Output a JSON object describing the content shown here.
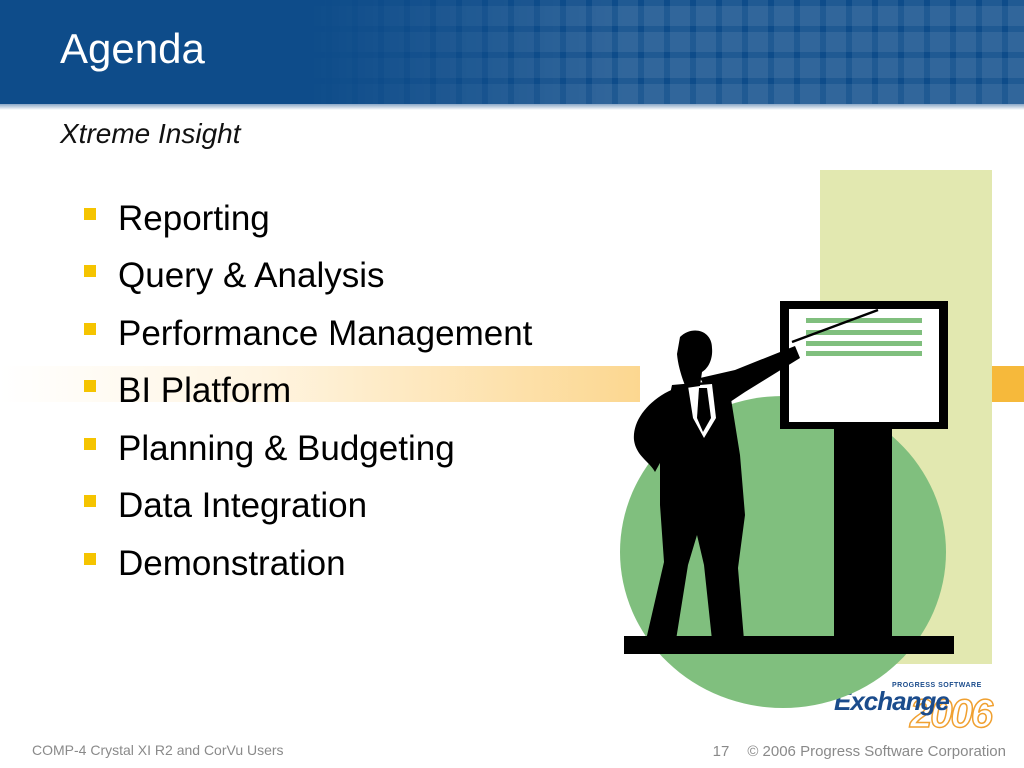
{
  "slide": {
    "title": "Agenda",
    "subtitle": "Xtreme Insight",
    "bullets": [
      "Reporting",
      "Query & Analysis",
      "Performance Management",
      "BI Platform",
      "Planning & Budgeting",
      "Data Integration",
      "Demonstration"
    ]
  },
  "footer": {
    "left_text": "COMP-4 Crystal XI R2 and CorVu Users",
    "page_number": "17",
    "copyright": "© 2006 Progress Software Corporation"
  },
  "logo": {
    "tagline": "PROGRESS SOFTWARE",
    "name": "Exchange",
    "year": "2006"
  },
  "colors": {
    "header_blue": "#0e4c8a",
    "bullet_yellow": "#f5c400",
    "band_orange": "#f6b93b",
    "panel_pale_green": "#e2e8b0",
    "circle_green": "#80bf7e"
  }
}
